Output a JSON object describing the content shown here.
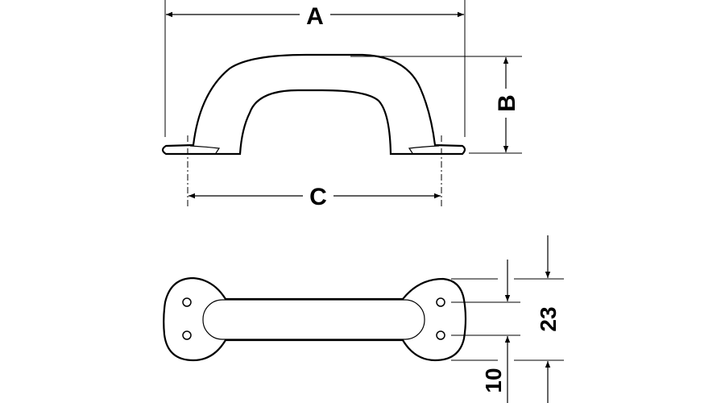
{
  "dimensions": {
    "a": "A",
    "b": "B",
    "c": "C",
    "width_mm": "23",
    "hole_spacing_mm": "10"
  },
  "colors": {
    "line": "#000000",
    "background": "#ffffff"
  }
}
